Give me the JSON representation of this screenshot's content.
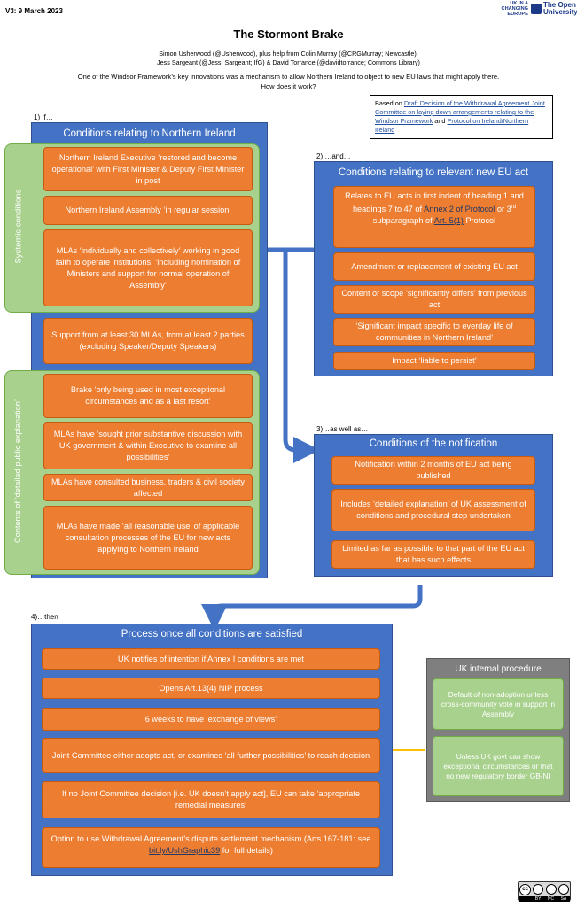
{
  "header": {
    "version": "V3: 9 March 2023",
    "logo_uk_lines": [
      "UK IN A",
      "CHANGING",
      "EUROPE"
    ],
    "logo_ou_lines": [
      "The Open",
      "University"
    ],
    "title": "The Stormont Brake",
    "authors_line1": "Simon Usherwood (@Usherwood), plus help from Colin Murray (@CRGMurray; Newcastle),",
    "authors_line2": "Jess Sargeant (@Jess_Sargeant; IfG) & David Torrance (@davidtorrance; Commons Library)",
    "intro": "One of the Windsor Framework’s key innovations was a mechanism to allow Northern Ireland to object to new EU laws that might apply there. How does it work?"
  },
  "source": {
    "prefix": "Based on ",
    "link1": "Draft Decision of the Withdrawal Agreement Joint Committee on laying down arrangements relating to the Windsor Framework",
    "and": " and ",
    "link2": "Protocol on Ireland/Northern Ireland"
  },
  "ni": {
    "step": "1) If…",
    "heading": "Conditions relating to Northern Ireland",
    "systemic_label": "Systemic conditions",
    "systemic": [
      "Northern Ireland Executive ‘restored and become operational’ with First Minister & Deputy First Minister in post",
      "Northern Ireland Assembly ‘in regular session’",
      "MLAs ‘individually and collectively’ working in good faith to operate institutions, ‘including nomination of Ministers and support for normal operation of Assembly’"
    ],
    "support": "Support from at least 30 MLAs, from at least 2 parties (excluding Speaker/Deputy Speakers)",
    "explanation_label": "Contents of ‘detailed public explanation’",
    "explanation": [
      "Brake ‘only being used in most exceptional circumstances and as a last resort’",
      "MLAs have ‘sought prior substantive discussion with UK government & within Executive to examine all possibilities’",
      "MLAs have consulted business, traders & civil society affected",
      "MLAs have made ‘all reasonable use’ of applicable consultation processes of the EU for new acts applying to Northern Ireland"
    ]
  },
  "eu": {
    "step": "2) …and…",
    "heading": "Conditions relating to relevant new EU act",
    "item1_a": "Relates to EU acts in first indent of heading 1 and headings 7 to 47 of ",
    "item1_link1": "Annex 2 of Protocol",
    "item1_b": "  or 3",
    "item1_sup": "rd",
    "item1_c": " subparagraph of ",
    "item1_link2": "Art. 5(1)",
    "item1_d": " Protocol",
    "items": [
      "Amendment or replacement of existing EU act",
      "Content or scope ‘significantly differs’ from previous act",
      "‘Significant impact specific to everday life of communities in Northern Ireland’",
      "Impact ‘liable to persist’"
    ]
  },
  "notification": {
    "step": "3)…as well as…",
    "heading": "Conditions of the notification",
    "items": [
      "Notification within 2 months of EU act being published",
      "Includes ‘detailed explanation’ of UK assessment of conditions and procedural step undertaken",
      "Limited as far as possible to that part of the EU act that has such effects"
    ]
  },
  "process": {
    "step": "4)…then",
    "heading": "Process once all conditions are satisfied",
    "items": [
      "UK notifies of intention if Annex I conditions are met",
      "Opens Art.13(4) NIP process",
      "6 weeks to have ‘exchange of views’",
      "Joint Committee either adopts act, or examines ‘all further possibilities’ to reach decision",
      "If no Joint Committee decision [i.e. UK doesn’t apply act], EU can take ‘appropriate remedial measures’"
    ],
    "last_a": "Option to use Withdrawal Agreement’s dispute settlement mechanism (Arts.167-181: see ",
    "last_link": "bit.ly/UshGraphic39",
    "last_b": " for full details)"
  },
  "uk_internal": {
    "heading": "UK internal procedure",
    "items": [
      "Default of non-adoption unless cross-community vote in support in Assembly",
      "Unless UK govt can show exceptional circumstances or that no new regulatory border GB-NI"
    ]
  },
  "license": {
    "symbols": [
      "cc",
      "BY",
      "NC",
      "SA"
    ]
  },
  "colors": {
    "blue": "#4472c4",
    "orange": "#ed7d31",
    "green": "#a9d18e",
    "grey": "#7f7f7f"
  }
}
